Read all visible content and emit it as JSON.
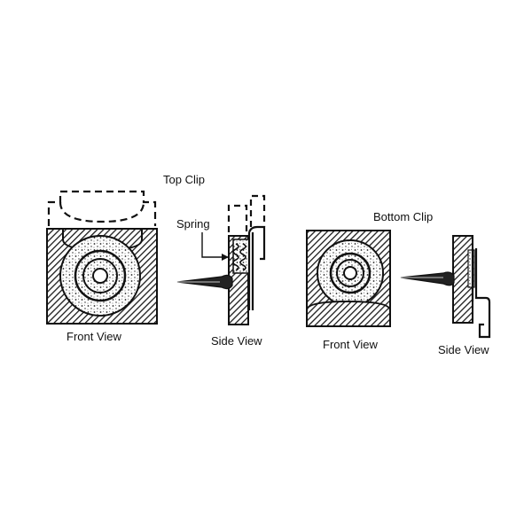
{
  "diagram": {
    "top_clip": {
      "title": "Top Clip",
      "callout_spring": "Spring",
      "front_view_caption": "Front View",
      "side_view_caption": "Side View"
    },
    "bottom_clip": {
      "title": "Bottom Clip",
      "front_view_caption": "Front View",
      "side_view_caption": "Side View"
    }
  },
  "colors": {
    "ink": "#111111",
    "hatch_fill": "#555555",
    "speckle_light": "#ffffff",
    "background": "#ffffff"
  }
}
